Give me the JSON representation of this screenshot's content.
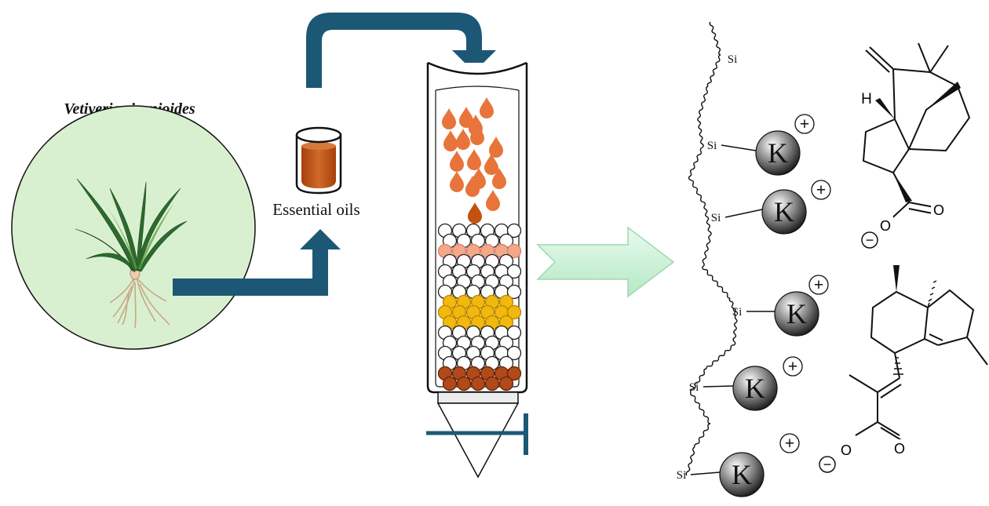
{
  "plant": {
    "name": "Vetiveria zizanioides"
  },
  "extract": {
    "label": "Essential oils"
  },
  "colors": {
    "arrow": "#1c5876",
    "circle_fill": "#d9f0d0",
    "oil_drop": "#e8743b",
    "oil_drop_dark": "#c4520f",
    "resin_salmon": "#f4a88a",
    "resin_yellow": "#f2b80e",
    "resin_brown": "#b04a1a",
    "flow_arrow": "#c9f2d6"
  },
  "surface": {
    "silicon_label": "Si",
    "cation_label": "K",
    "charge_positive": "+",
    "charge_negative": "−"
  },
  "molecules": {
    "m1": {
      "h_label": "H",
      "o_label": "O"
    },
    "m2": {
      "o_label": "O"
    }
  }
}
